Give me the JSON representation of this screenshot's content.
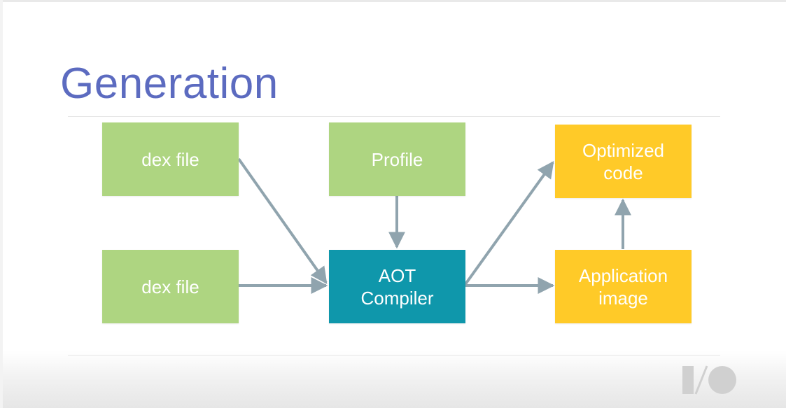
{
  "slide": {
    "title": "Generation"
  },
  "diagram": {
    "nodes": [
      {
        "id": "dex1",
        "label": "dex file",
        "color": "#aed581"
      },
      {
        "id": "profile",
        "label": "Profile",
        "color": "#aed581"
      },
      {
        "id": "optimized",
        "label": "Optimized\ncode",
        "color": "#ffca28"
      },
      {
        "id": "dex2",
        "label": "dex file",
        "color": "#aed581"
      },
      {
        "id": "aot",
        "label": "AOT\nCompiler",
        "color": "#0f97ab"
      },
      {
        "id": "appimage",
        "label": "Application\nimage",
        "color": "#ffca28"
      }
    ],
    "edges": [
      {
        "from": "dex1",
        "to": "aot"
      },
      {
        "from": "dex2",
        "to": "aot"
      },
      {
        "from": "profile",
        "to": "aot"
      },
      {
        "from": "aot",
        "to": "optimized"
      },
      {
        "from": "aot",
        "to": "appimage"
      },
      {
        "from": "appimage",
        "to": "optimized"
      }
    ],
    "arrow_color": "#90a4ae"
  },
  "branding": {
    "logo_icon": "google-io-logo-icon"
  }
}
